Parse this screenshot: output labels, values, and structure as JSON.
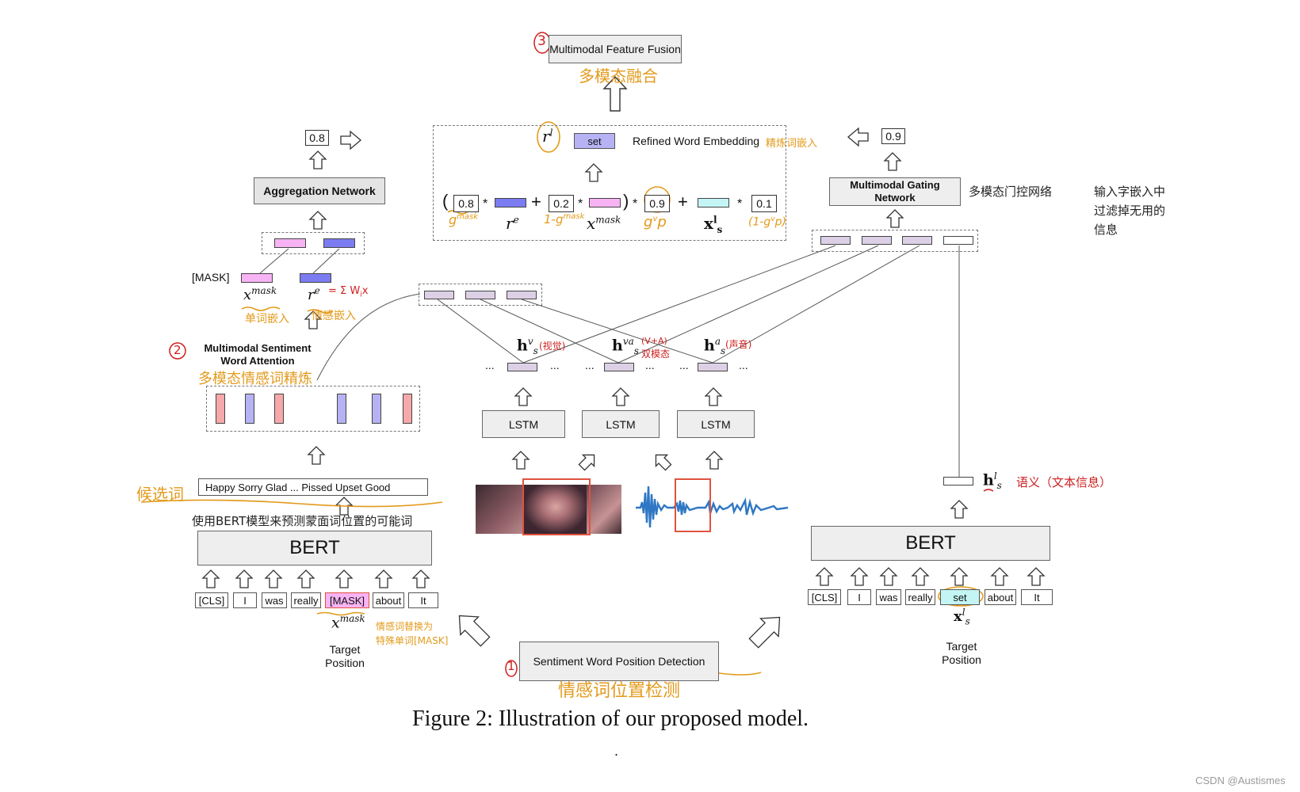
{
  "caption": "Figure 2: Illustration of our proposed model.",
  "caption_dot": ".",
  "watermark": "CSDN @Austismes",
  "top": {
    "fusion_box": "Multimodal Feature Fusion",
    "fusion_note": "多模态融合",
    "fusion_num": "3",
    "r_l": "r",
    "r_l_sup": "l",
    "set_token": "set",
    "refined_label": "Refined Word Embedding",
    "refined_note": "精炼词嵌入",
    "g_mask_val": "0.8",
    "g_mask_inv_val": "0.2",
    "g_p_val": "0.9",
    "g_p_inv_val": "0.1",
    "op_open": "(",
    "op_close": ")",
    "op_star": "*",
    "op_plus": "+",
    "sym_g": "g",
    "sym_g_sup": "mask",
    "sym_re": "r",
    "sym_re_sup": "e",
    "note_1g": "1-g",
    "note_1g_sup": "mask",
    "sym_x": "x",
    "sym_x_sup": "mask",
    "note_gp": "g",
    "note_gp_sup": "v",
    "note_gp_p": "p",
    "sym_xs": "x",
    "sym_xs_sup": "l",
    "sym_xs_sub": "s",
    "note_1gp": "(1-g",
    "note_1gp_sup": "v",
    "note_1gp_p": "p)"
  },
  "left": {
    "agg_box": "Aggregation Network",
    "agg_val": "0.8",
    "mask_label": "[MASK]",
    "x_mask": "x",
    "x_mask_sup": "mask",
    "r_e": "r",
    "r_e_sup": "e",
    "r_e_note": "= Σ W",
    "r_e_note_sup": "i",
    "r_e_note_x": "x",
    "word_emb_note": "单词嵌入",
    "sent_emb_note": "情感嵌入",
    "attention_num": "2",
    "attention_box": "Multimodal Sentiment Word Attention",
    "attention_note": "多模态情感词精炼",
    "candidates": "Happy Sorry Glad  ...  Pissed  Upset Good",
    "candidate_note": "候选词",
    "bert_note": "使用BERT模型来预测蒙面词位置的可能词",
    "bert_label": "BERT",
    "tokens": [
      "[CLS]",
      "I",
      "was",
      "really",
      "[MASK]",
      "about",
      "It"
    ],
    "target_label": "Target Position",
    "x_mask_bottom": "x",
    "x_mask_bottom_sup": "mask",
    "mask_note_1": "情感词替换为",
    "mask_note_2": "特殊单词[MASK]"
  },
  "middle": {
    "lstm_labels": [
      "LSTM",
      "LSTM",
      "LSTM"
    ],
    "h_v": "h",
    "h_v_sup": "v",
    "h_v_sub": "s",
    "h_v_note": "(视觉)",
    "h_va": "h",
    "h_va_sup": "va",
    "h_va_sub": "s",
    "h_va_note": "(V+A)",
    "h_va_note2": "双模态",
    "h_a": "h",
    "h_a_sup": "a",
    "h_a_sub": "s",
    "h_a_note": "(声音)",
    "ellipsis": "...",
    "detect_num": "1",
    "detect_box": "Sentiment Word Position Detection",
    "detect_note": "情感词位置检测"
  },
  "right": {
    "gating_box": "Multimodal Gating Network",
    "gating_val": "0.9",
    "gating_note": "多模态门控网络",
    "side_note_lines": [
      "输入字嵌入中",
      "过滤掉无用的",
      "信息"
    ],
    "h_l": "h",
    "h_l_sup": "l",
    "h_l_sub": "s",
    "h_l_note": "语义（文本信息）",
    "bert_label": "BERT",
    "tokens": [
      "[CLS]",
      "I",
      "was",
      "really",
      "set",
      "about",
      "It"
    ],
    "target_label": "Target Position",
    "x_s": "x",
    "x_s_sup": "l",
    "x_s_sub": "s"
  },
  "colors": {
    "pink": "#f7b3f3",
    "blue": "#7c7cf2",
    "cyan": "#c4f5f5",
    "red_bar": "#f6a8ab",
    "lilac_bar": "#b7b2f3",
    "chip": "#dcd0e6",
    "annotation_orange": "#e39a1b",
    "annotation_red": "#cf1f1f",
    "highlight_red": "#e0533f"
  }
}
